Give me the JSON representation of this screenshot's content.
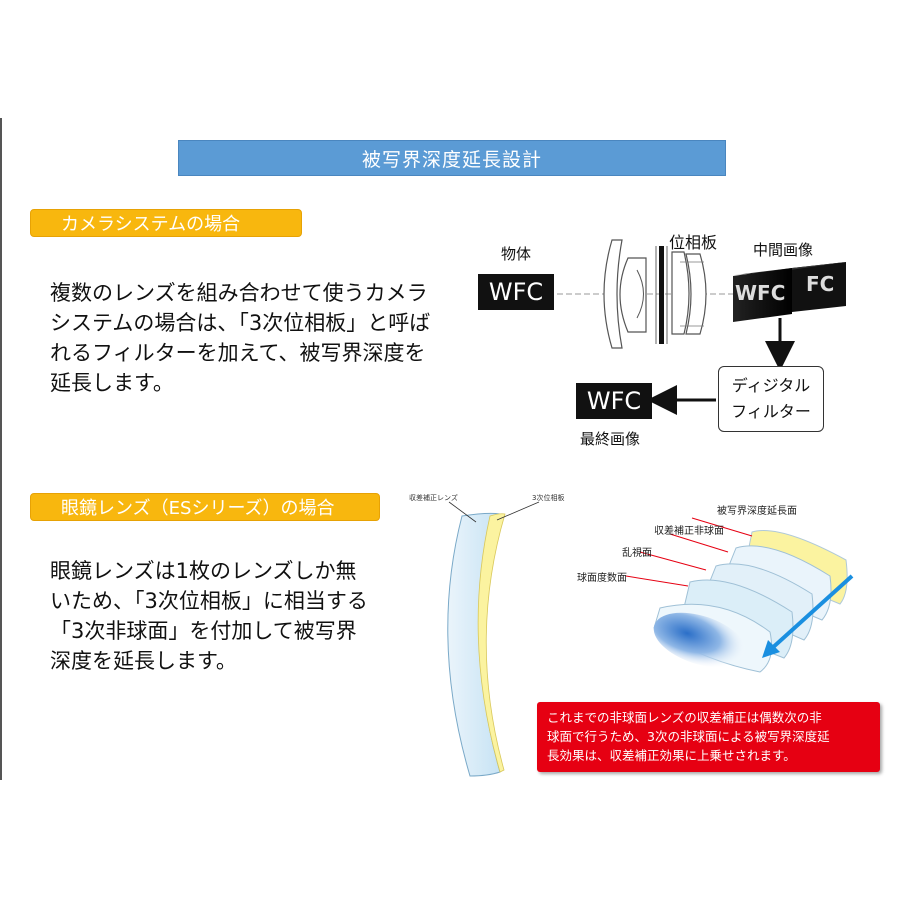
{
  "title": "被写界深度延長設計",
  "camera": {
    "tag": "カメラシステムの場合",
    "text_lines": [
      "複数のレンズを組み合わせて使うカメラ",
      "システムの場合は、「3次位相板」と呼ば",
      "れるフィルターを加えて、被写界深度を",
      "延長します。"
    ],
    "diagram": {
      "object_label": "物体",
      "object_text": "WFC",
      "phase_plate_label": "位相板",
      "intermediate_label": "中間画像",
      "intermediate_text_front": "WFC",
      "intermediate_text_back": "FC",
      "filter_lines": [
        "ディジタル",
        "フィルター"
      ],
      "final_text": "WFC",
      "final_label": "最終画像"
    }
  },
  "glasses": {
    "tag": "眼鏡レンズ（ESシリーズ）の場合",
    "text_lines": [
      "眼鏡レンズは1枚のレンズしか無",
      "いため、「3次位相板」に相当する",
      "「3次非球面」を付加して被写界",
      "深度を延長します。"
    ],
    "lens_labels": {
      "aberration": "収差補正レンズ",
      "phase_plate": "3次位相板"
    },
    "surface_labels": {
      "dof": "被写界深度延長面",
      "aberration_aspheric": "収差補正非球面",
      "astigmatism": "乱視面",
      "spherical_power": "球面度数面"
    },
    "note_lines": [
      "これまでの非球面レンズの収差補正は偶数次の非",
      "球面で行うため、3次の非球面による被写界深度延",
      "長効果は、収差補正効果に上乗せされます。"
    ]
  },
  "colors": {
    "title_bar": "#5b9bd5",
    "tag": "#f8b70e",
    "note": "#e60012",
    "arrow_blue": "#1a8fe0",
    "yellow_surface": "#fbf3a0",
    "lens_blue": "#d8eef8"
  }
}
